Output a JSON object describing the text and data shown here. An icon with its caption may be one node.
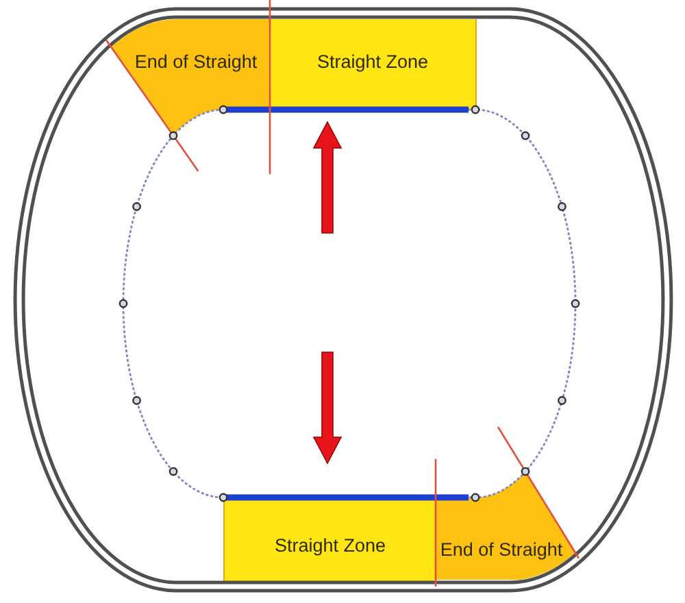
{
  "diagram": {
    "nodes": [
      {
        "text": [
          "End of Straight"
        ]
      },
      {
        "text": [
          "Straight Zone"
        ]
      },
      {
        "text": [
          "Straight Zone"
        ]
      },
      {
        "text": [
          "End of Straight"
        ]
      }
    ]
  }
}
